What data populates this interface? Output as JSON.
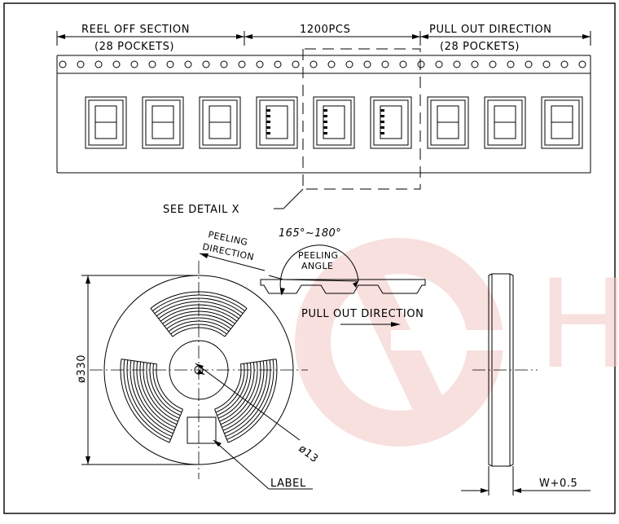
{
  "labels": {
    "reel_off_section": "REEL OFF SECTION",
    "reel_off_pockets": "(28 POCKETS)",
    "quantity": "1200PCS",
    "pull_out_direction_top": "PULL OUT DIRECTION",
    "pull_out_pockets": "(28 POCKETS)",
    "see_detail": "SEE DETAIL X",
    "peeling_angle_range": "165°~180°",
    "peeling_direction_1": "PEELING",
    "peeling_direction_2": "DIRECTION",
    "peeling_angle_1": "PEELING",
    "peeling_angle_2": "ANGLE",
    "pull_out_direction": "PULL OUT DIRECTION",
    "reel_diameter": "ø330",
    "hub_diameter": "ø13",
    "label": "LABEL",
    "width_tolerance": "W+0.5"
  },
  "watermark_logo": "H",
  "colors": {
    "line": "#000000",
    "watermark": "#f3c8c4",
    "background": "#ffffff"
  }
}
